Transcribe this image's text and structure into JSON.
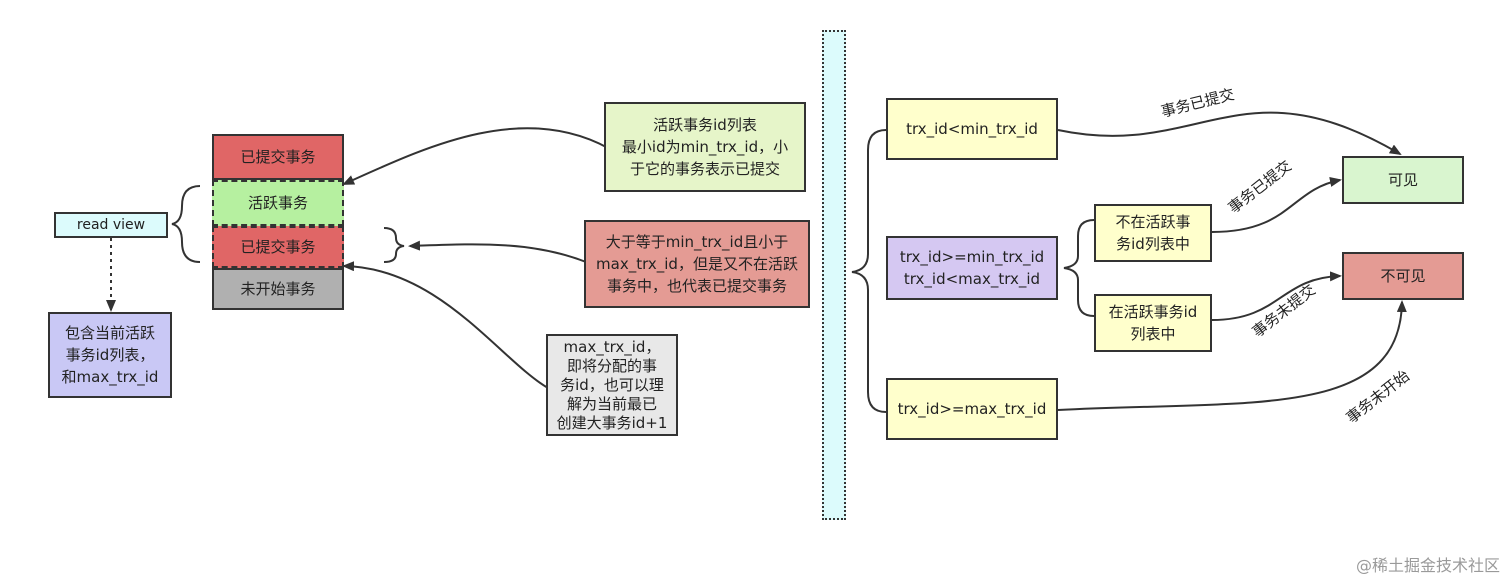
{
  "colors": {
    "red": "#e06666",
    "green": "#b6f0a0",
    "gray": "#b0b0b0",
    "light_green": "#e6f5c9",
    "light_yellow": "#ffffcc",
    "purple": "#d5c8f2",
    "light_purple": "#c9c8f5",
    "light_cyan": "#dcfbfc",
    "light_gray": "#e8e8e8"
  },
  "left": {
    "read_view": "read view",
    "read_view_desc": "包含当前活跃\n事务id列表，\n和max_trx_id",
    "stack": [
      "已提交事务",
      "活跃事务",
      "已提交事务",
      "未开始事务"
    ],
    "note_active": "活跃事务id列表\n最小id为min_trx_id，小\n于它的事务表示已提交",
    "note_between": "大于等于min_trx_id且小于\nmax_trx_id，但是又不在活跃\n事务中，也代表已提交事务",
    "note_max": "max_trx_id，\n即将分配的事\n务id，也可以理\n解为当前最已\n创建大事务id+1"
  },
  "right": {
    "cond_lt_min": "trx_id<min_trx_id",
    "cond_between": "trx_id>=min_trx_id\ntrx_id<max_trx_id",
    "cond_ge_max": "trx_id>=max_trx_id",
    "not_in_active": "不在活跃事\n务id列表中",
    "in_active": "在活跃事务id\n列表中",
    "visible": "可见",
    "invisible": "不可见",
    "edge_committed_top": "事务已提交",
    "edge_committed_mid": "事务已提交",
    "edge_uncommitted": "事务未提交",
    "edge_not_started": "事务未开始"
  },
  "watermark": "@稀土掘金技术社区"
}
